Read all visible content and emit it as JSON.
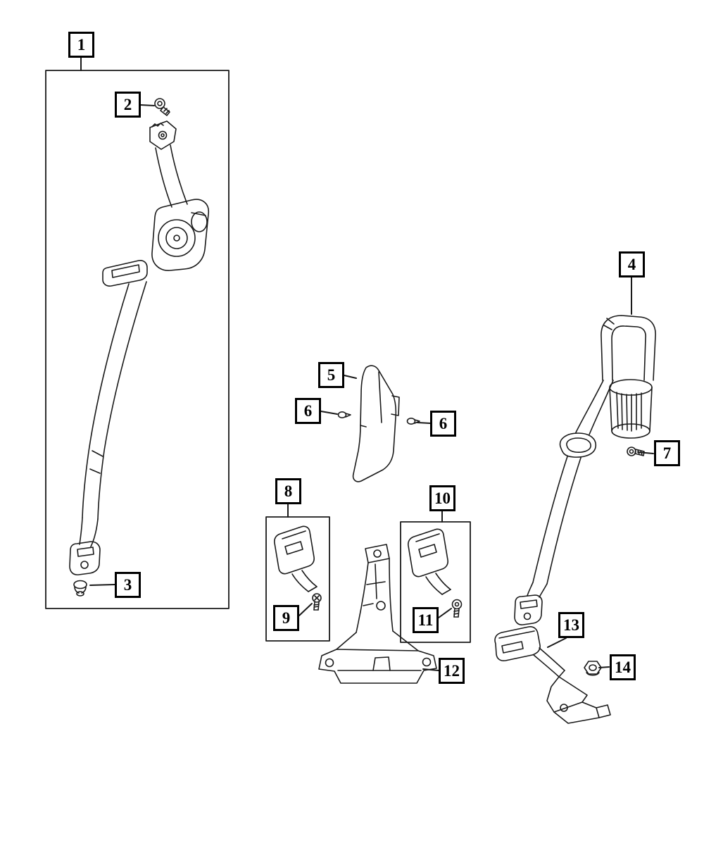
{
  "diagram": {
    "background": "#ffffff",
    "line_color": "#1a1a1a"
  },
  "callouts": [
    {
      "id": "callout-1",
      "label": "1"
    },
    {
      "id": "callout-2",
      "label": "2"
    },
    {
      "id": "callout-3",
      "label": "3"
    },
    {
      "id": "callout-4",
      "label": "4"
    },
    {
      "id": "callout-5",
      "label": "5"
    },
    {
      "id": "callout-6a",
      "label": "6"
    },
    {
      "id": "callout-6b",
      "label": "6"
    },
    {
      "id": "callout-7",
      "label": "7"
    },
    {
      "id": "callout-8",
      "label": "8"
    },
    {
      "id": "callout-9",
      "label": "9"
    },
    {
      "id": "callout-10",
      "label": "10"
    },
    {
      "id": "callout-11",
      "label": "11"
    },
    {
      "id": "callout-12",
      "label": "12"
    },
    {
      "id": "callout-13",
      "label": "13"
    },
    {
      "id": "callout-14",
      "label": "14"
    }
  ]
}
